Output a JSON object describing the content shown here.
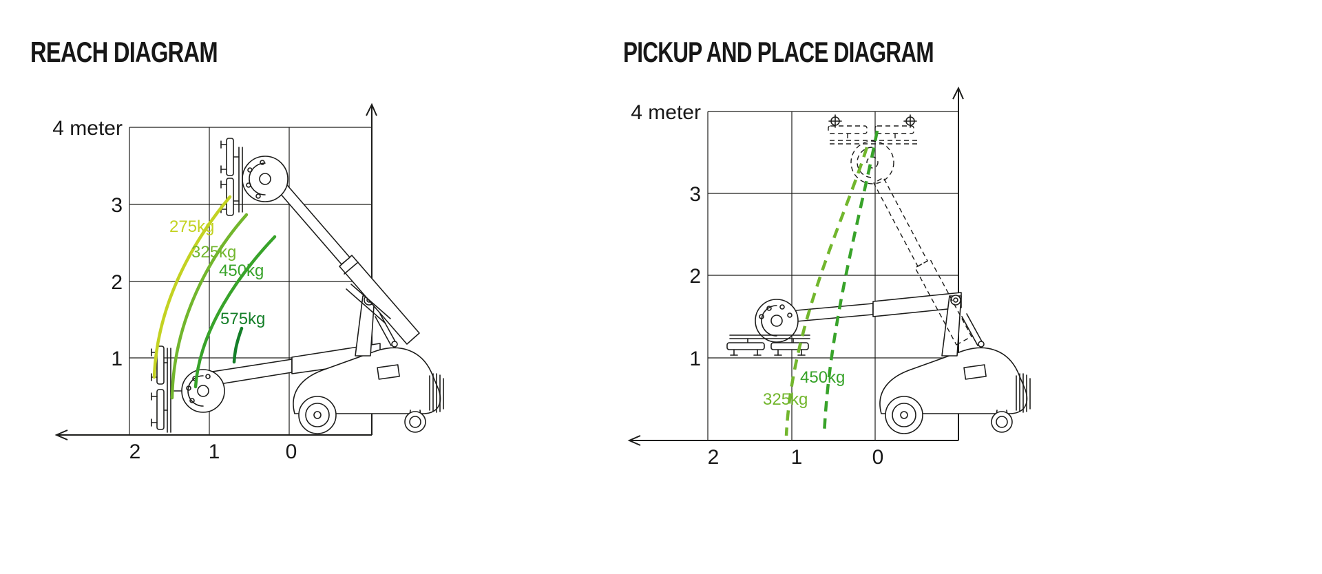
{
  "page": {
    "background_color": "#ffffff"
  },
  "diagrams": [
    {
      "title": "REACH DIAGRAM",
      "y_axis_labels": [
        "4 meter",
        "3",
        "2",
        "1"
      ],
      "x_axis_labels": [
        "2",
        "1",
        "0"
      ],
      "loads": [
        {
          "label": "275kg",
          "color": "#c3d222"
        },
        {
          "label": "325kg",
          "color": "#72b62d"
        },
        {
          "label": "450kg",
          "color": "#38a32a"
        },
        {
          "label": "575kg",
          "color": "#157f29"
        }
      ]
    },
    {
      "title": "PICKUP AND PLACE DIAGRAM",
      "y_axis_labels": [
        "4 meter",
        "3",
        "2",
        "1"
      ],
      "x_axis_labels": [
        "2",
        "1",
        "0"
      ],
      "loads": [
        {
          "label": "325kg",
          "color": "#72b62d"
        },
        {
          "label": "450kg",
          "color": "#38a32a"
        }
      ]
    }
  ]
}
